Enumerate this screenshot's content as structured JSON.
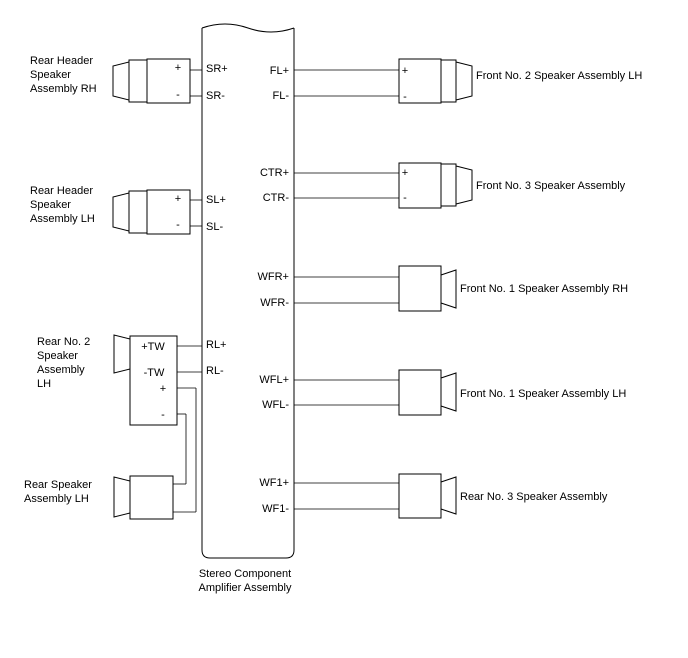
{
  "amplifier": {
    "label_line1": "Stereo Component",
    "label_line2": "Amplifier Assembly",
    "pins": {
      "sr_plus": "SR+",
      "sr_minus": "SR-",
      "sl_plus": "SL+",
      "sl_minus": "SL-",
      "rl_plus": "RL+",
      "rl_minus": "RL-",
      "fl_plus": "FL+",
      "fl_minus": "FL-",
      "ctr_plus": "CTR+",
      "ctr_minus": "CTR-",
      "wfr_plus": "WFR+",
      "wfr_minus": "WFR-",
      "wfl_plus": "WFL+",
      "wfl_minus": "WFL-",
      "wf1_plus": "WF1+",
      "wf1_minus": "WF1-"
    }
  },
  "speakers": {
    "rear_header_rh": {
      "line1": "Rear Header",
      "line2": "Speaker",
      "line3": "Assembly RH",
      "plus": "+",
      "minus": "-"
    },
    "rear_header_lh": {
      "line1": "Rear Header",
      "line2": "Speaker",
      "line3": "Assembly LH",
      "plus": "+",
      "minus": "-"
    },
    "rear_no2_lh": {
      "line1": "Rear No. 2",
      "line2": "Speaker",
      "line3": "Assembly",
      "line4": "LH",
      "tw_plus": "+TW",
      "tw_minus": "-TW",
      "plus": "+",
      "minus": "-"
    },
    "rear_speaker_lh": {
      "line1": "Rear Speaker",
      "line2": "Assembly LH"
    },
    "front_no2_lh": {
      "label": "Front No. 2 Speaker Assembly LH",
      "plus": "+",
      "minus": "-"
    },
    "front_no3": {
      "label": "Front No. 3 Speaker Assembly",
      "plus": "+",
      "minus": "-"
    },
    "front_no1_rh": {
      "label": "Front No. 1 Speaker Assembly RH"
    },
    "front_no1_lh": {
      "label": "Front No. 1 Speaker Assembly LH"
    },
    "rear_no3": {
      "label": "Rear No. 3 Speaker Assembly"
    }
  }
}
